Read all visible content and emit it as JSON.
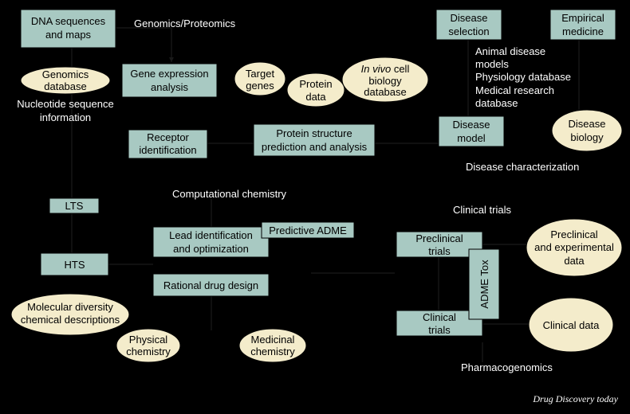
{
  "boxes": {
    "dna_sequences": "DNA sequences",
    "dna_maps": "and maps",
    "gene_expression_1": "Gene expression",
    "gene_expression_2": "analysis",
    "disease_selection_1": "Disease",
    "disease_selection_2": "selection",
    "empirical_medicine_1": "Empirical",
    "empirical_medicine_2": "medicine",
    "receptor_id_1": "Receptor",
    "receptor_id_2": "identification",
    "protein_structure_1": "Protein structure",
    "protein_structure_2": "prediction and analysis",
    "disease_model_1": "Disease",
    "disease_model_2": "model",
    "lts": "LTS",
    "hts": "HTS",
    "lead_id_1": "Lead identification",
    "lead_id_2": "and optimization",
    "predictive_adme": "Predictive ADME",
    "rational_drug_design": "Rational drug design",
    "preclinical_trials_1": "Preclinical",
    "preclinical_trials_2": "trials",
    "clinical_trials_1": "Clinical",
    "clinical_trials_2": "trials",
    "adme_tox": "ADME Tox"
  },
  "ellipses": {
    "genomics_db_1": "Genomics",
    "genomics_db_2": "database",
    "target_genes_1": "Target",
    "target_genes_2": "genes",
    "protein_data_1": "Protein",
    "protein_data_2": "data",
    "in_vivo_1_italic": "In vivo",
    "in_vivo_1_rest": " cell",
    "in_vivo_2": "biology",
    "in_vivo_3": "database",
    "disease_biology_1": "Disease",
    "disease_biology_2": "biology",
    "molecular_diversity_1": "Molecular diversity",
    "molecular_diversity_2": "chemical descriptions",
    "physical_chem_1": "Physical",
    "physical_chem_2": "chemistry",
    "medicinal_chem_1": "Medicinal",
    "medicinal_chem_2": "chemistry",
    "preclinical_data_1": "Preclinical",
    "preclinical_data_2": "and experimental",
    "preclinical_data_3": "data",
    "clinical_data": "Clinical data"
  },
  "labels": {
    "genomics_proteomics": "Genomics/Proteomics",
    "nucleotide_1": "Nucleotide sequence",
    "nucleotide_2": "information",
    "animal_disease": "Animal disease",
    "models": "models",
    "physiology_db": "Physiology database",
    "medical_research": "Medical research",
    "database": "database",
    "disease_characterization": "Disease characterization",
    "computational_chemistry": "Computational chemistry",
    "clinical_trials_section": "Clinical trials",
    "pharmacogenomics": "Pharmacogenomics",
    "credit": "Drug Discovery today"
  },
  "colors": {
    "background": "#000000",
    "box_fill": "#a8c9c2",
    "ellipse_fill": "#f4eccb",
    "label_text": "#ffffff"
  }
}
